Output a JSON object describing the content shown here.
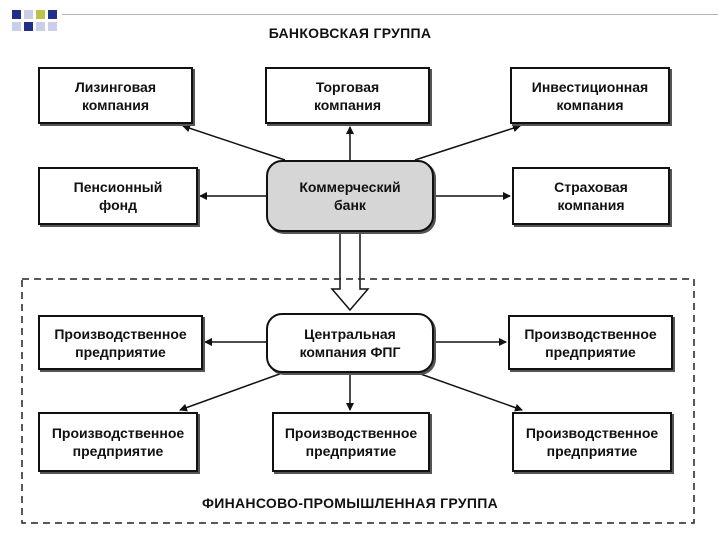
{
  "banking_group": {
    "title": "БАНКОВСКАЯ ГРУППА",
    "center": "Коммерческий\nбанк",
    "leasing": "Лизинговая\nкомпания",
    "trading": "Торговая\nкомпания",
    "investment": "Инвестиционная\nкомпания",
    "pension": "Пенсионный\nфонд",
    "insurance": "Страховая\nкомпания"
  },
  "fig": {
    "title": "ФИНАНСОВО-ПРОМЫШЛЕННАЯ ГРУППА",
    "center": "Центральная\nкомпания ФПГ",
    "enterprise": "Производственное\nпредприятие"
  },
  "colors": {
    "bank_fill": "#d6d6d6",
    "deco_navy": "#1f2f8a",
    "deco_olive": "#b9c24a"
  }
}
